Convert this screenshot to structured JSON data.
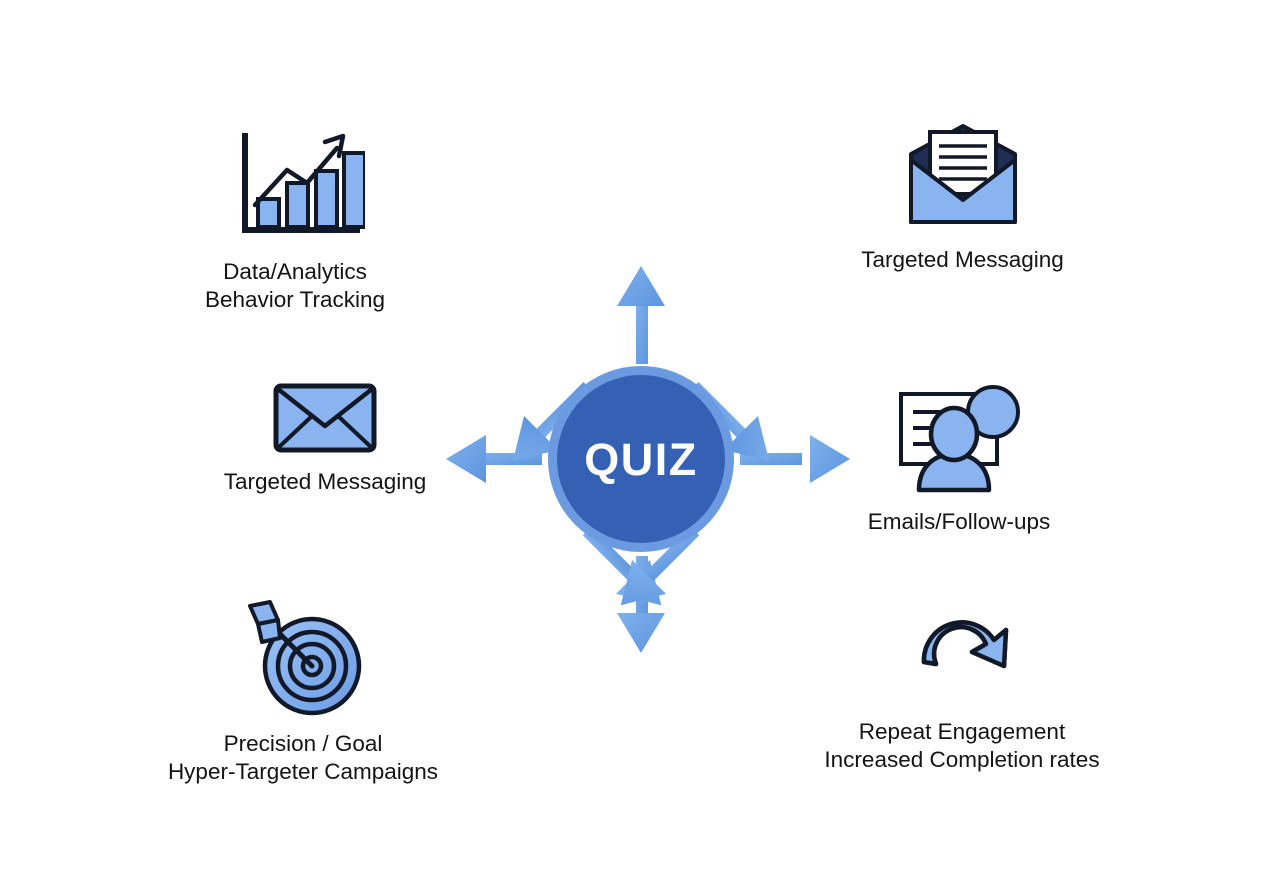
{
  "diagram": {
    "title": "QUIZ radial benefits diagram",
    "hub": {
      "label": "QUIZ",
      "core_color": "#3461b4",
      "ring_color": "#6b9ae0",
      "text_color": "#ffffff"
    },
    "arrow_color": "#6aa3e8",
    "icon_fill": "#8ab4f0",
    "icon_stroke": "#111827",
    "label_color": "#141414",
    "background": "#ffffff",
    "nodes": [
      {
        "id": "data-analytics",
        "position": "top-left",
        "icon": "bar-chart-growth-icon",
        "label": "Data/Analytics\nBehavior Tracking"
      },
      {
        "id": "targeted-messaging-top",
        "position": "top-right",
        "icon": "open-envelope-letter-icon",
        "label": "Targeted Messaging"
      },
      {
        "id": "targeted-messaging-left",
        "position": "middle-left",
        "icon": "envelope-icon",
        "label": "Targeted Messaging"
      },
      {
        "id": "emails-followups",
        "position": "middle-right",
        "icon": "person-presentation-speech-icon",
        "label": "Emails/Follow-ups"
      },
      {
        "id": "precision-goal",
        "position": "bottom-left",
        "icon": "target-arrow-icon",
        "label": "Precision / Goal\nHyper-Targeter Campaigns"
      },
      {
        "id": "repeat-engagement",
        "position": "bottom-right",
        "icon": "refresh-cycle-icon",
        "label": "Repeat Engagement\nIncreased Completion rates"
      }
    ],
    "arrows": [
      {
        "id": "arrow-up",
        "direction": "up"
      },
      {
        "id": "arrow-down",
        "direction": "down"
      },
      {
        "id": "arrow-left",
        "direction": "left"
      },
      {
        "id": "arrow-right",
        "direction": "right"
      },
      {
        "id": "arrow-up-left",
        "direction": "up-left"
      },
      {
        "id": "arrow-up-right",
        "direction": "up-right"
      },
      {
        "id": "arrow-down-left",
        "direction": "down-left"
      },
      {
        "id": "arrow-down-right",
        "direction": "down-right"
      }
    ]
  }
}
